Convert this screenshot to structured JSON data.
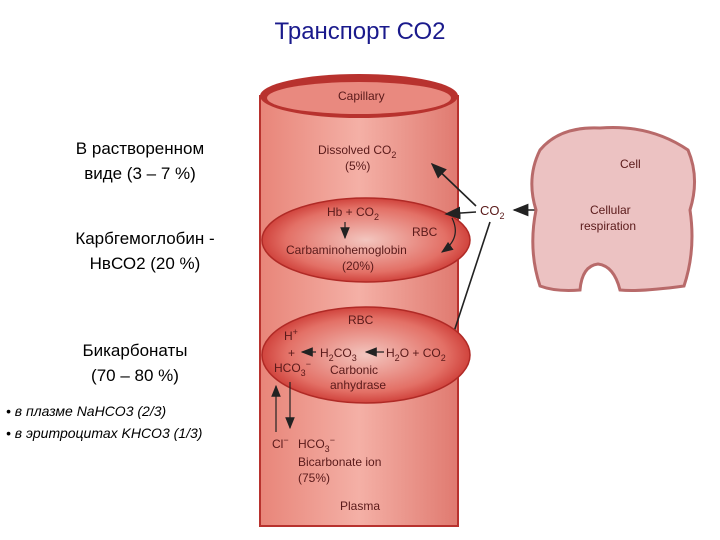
{
  "title": "Транспорт СО2",
  "left": {
    "dissolved_line1": "В растворенном",
    "dissolved_line2": "виде (3 – 7 %)",
    "carb_line1": "Карбгемоглобин -",
    "carb_line2": "НвСО2 (20 %)",
    "bicarb_line1": "Бикарбонаты",
    "bicarb_line2": "(70 – 80 %)",
    "bullet1": "• в плазме NaHCO3 (2/3)",
    "bullet2": "• в эритроцитах KHCO3 (1/3)"
  },
  "figure": {
    "capillary": "Capillary",
    "dissolved": "Dissolved CO",
    "dissolved_sub": "2",
    "dissolved_pct": "(5%)",
    "hb": "Hb + CO",
    "hb_sub": "2",
    "rbc1": "RBC",
    "carbamino": "Carbaminohemoglobin",
    "carbamino_pct": "(20%)",
    "co2": "CO",
    "co2_sub": "2",
    "cell": "Cell",
    "cellular1": "Cellular",
    "cellular2": "respiration",
    "rbc2": "RBC",
    "h_plus": "H",
    "plus": "+",
    "hco3": "HCO",
    "h2co3": "H",
    "h2o_co2": "H",
    "carbonic1": "Carbonic",
    "carbonic2": "anhydrase",
    "cl": "Cl",
    "hco3_bottom": "HCO",
    "bicarb_ion": "Bicarbonate ion",
    "bicarb_pct": "(75%)",
    "plasma": "Plasma"
  },
  "colors": {
    "vessel": "#e8857a",
    "vessel_dark": "#b8322e",
    "vessel_top": "#d9423a",
    "rbc_fill": "#d93a35",
    "cell_fill": "#ecc2c2",
    "title": "#1a1a8c"
  }
}
